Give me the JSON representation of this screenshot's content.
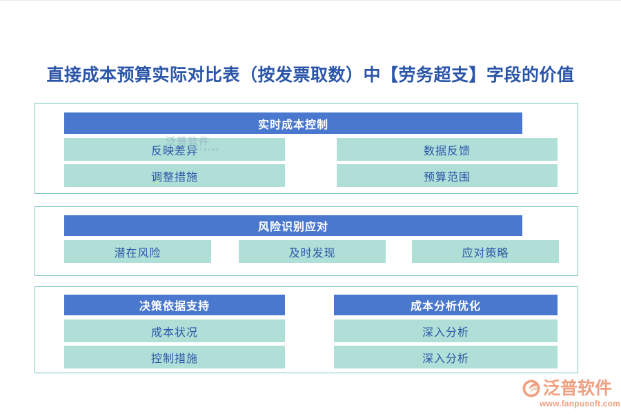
{
  "page": {
    "title": "直接成本预算实际对比表（按发票取数）中【劳务超支】字段的价值",
    "title_color": "#2a55a8",
    "background": "#ffffff"
  },
  "theme": {
    "header_blue": "#4a78ce",
    "item_mint": "#b0dfd8",
    "card_border_teal": "#79c5bd",
    "text_blue": "#2a55a8",
    "brand_orange": "#f0a080"
  },
  "cards": [
    {
      "id": "card-1",
      "layout": "two-column",
      "header": "实时成本控制",
      "items": [
        "反映差异",
        "数据反馈",
        "调整措施",
        "预算范围"
      ]
    },
    {
      "id": "card-2",
      "layout": "three-column",
      "header": "风险识别应对",
      "items": [
        "潜在风险",
        "及时发现",
        "应对策略"
      ]
    },
    {
      "id": "card-3",
      "layout": "split-two-groups",
      "groups": [
        {
          "header": "决策依据支持",
          "items": [
            "成本状况",
            "控制措施"
          ]
        },
        {
          "header": "成本分析优化",
          "items": [
            "深入分析",
            "深入分析"
          ]
        }
      ]
    }
  ],
  "watermark": {
    "cn": "泛普软件",
    "en": "FANPU SOFTWARE"
  },
  "brand": {
    "name": "泛普软件",
    "url": "www.fanpusoft.com",
    "mark": "fanpu-arc-logo-icon"
  }
}
